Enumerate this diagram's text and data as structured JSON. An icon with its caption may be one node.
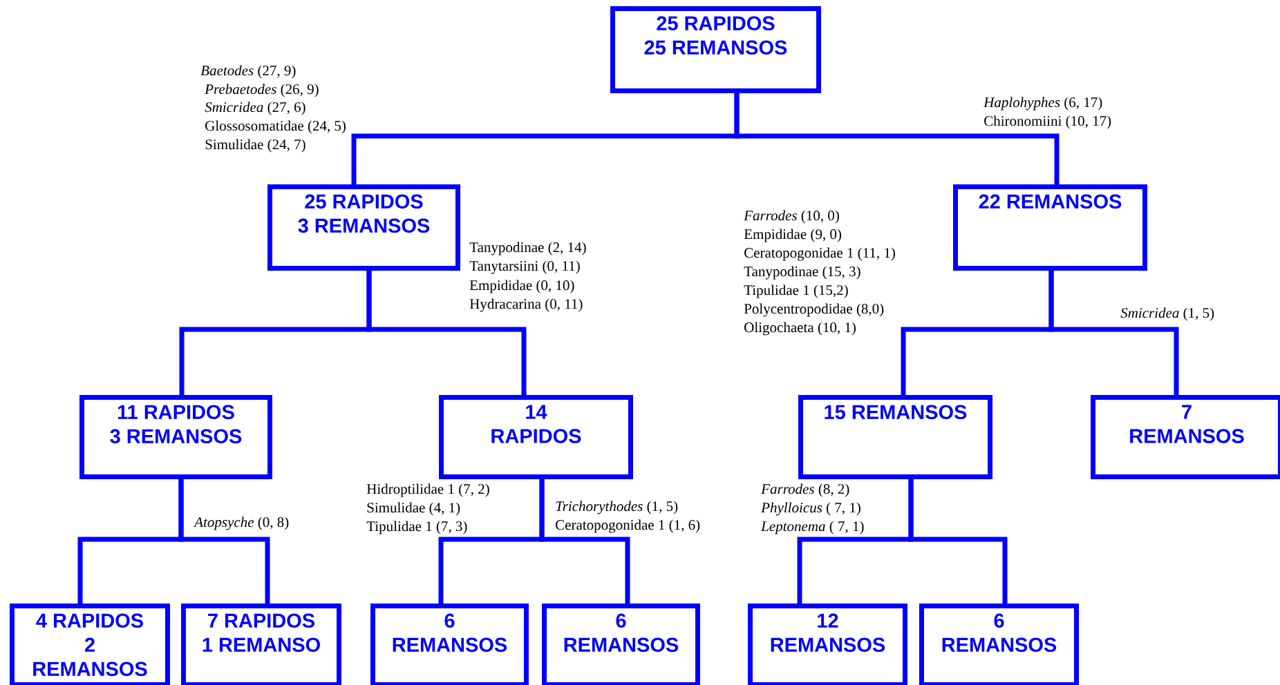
{
  "diagram": {
    "nodes": [
      {
        "text": [
          "25 RAPIDOS 25 REMANSOS"
        ]
      },
      {
        "text": [
          "25 RAPIDOS 3 REMANSOS"
        ]
      },
      {
        "text": [
          "22 REMANSOS"
        ]
      },
      {
        "text": [
          "11 RAPIDOS 3 REMANSOS"
        ]
      },
      {
        "text": [
          "14 RAPIDOS"
        ]
      },
      {
        "text": [
          "15 REMANSOS"
        ]
      },
      {
        "text": [
          "7 REMANSOS"
        ]
      },
      {
        "text": [
          "4 RAPIDOS 2 REMANSOS"
        ]
      },
      {
        "text": [
          "7 RAPIDOS 1 REMANSO"
        ]
      },
      {
        "text": [
          "6 REMANSOS"
        ]
      },
      {
        "text": [
          "6 REMANSOS"
        ]
      },
      {
        "text": [
          "12 REMANSOS"
        ]
      },
      {
        "text": [
          "6 REMANSOS"
        ]
      }
    ],
    "edges": [
      {
        "from": 0,
        "to": 1,
        "arrow": "none"
      },
      {
        "from": 0,
        "to": 2,
        "arrow": "none"
      },
      {
        "from": 1,
        "to": 3,
        "arrow": "none"
      },
      {
        "from": 1,
        "to": 4,
        "arrow": "none"
      },
      {
        "from": 2,
        "to": 5,
        "arrow": "none"
      },
      {
        "from": 2,
        "to": 6,
        "arrow": "none"
      },
      {
        "from": 3,
        "to": 7,
        "arrow": "none"
      },
      {
        "from": 3,
        "to": 8,
        "arrow": "none"
      },
      {
        "from": 4,
        "to": 9,
        "arrow": "none"
      },
      {
        "from": 4,
        "to": 10,
        "arrow": "none"
      },
      {
        "from": 5,
        "to": 11,
        "arrow": "none"
      },
      {
        "from": 5,
        "to": 12,
        "arrow": "none"
      }
    ],
    "labels": [
      "*Baetodes* (27, 9)",
      "*Prebaetodes* (26, 9)",
      "*Smicridea* (27, 6)",
      "Glossosomatidae (24, 5)",
      "Simulidae (24, 7)",
      "*Haplohyphes* (6, 17)",
      "Chironomiini (10, 17)",
      "Tanypodinae (2, 14)",
      "Tanytarsiini (0, 11)",
      "Empididae (0, 10)",
      "Hydracarina (0, 11)",
      "*Farrodes* (10, 0)",
      "Empididae (9, 0)",
      "Ceratopogonidae 1 (11, 1)",
      "Tanypodinae (15, 3)",
      "Tipulidae 1 (15,2)",
      "Polycentropodidae (8,0)",
      "Oligochaeta (10, 1)",
      "*Smicridea* (1, 5)",
      "*Atopsyche* (0, 8)",
      "Hidroptilidae 1 (7, 2)",
      "Simulidae (4, 1)",
      "Tipulidae 1 (7, 3)",
      "*Trichorythodes* (1, 5)",
      "Ceratopogonidae 1 (1, 6)",
      "*Farrodes* (8, 2)",
      "*Phylloicus* ( 7, 1)",
      "*Leptonema* ( 7, 1)"
    ]
  }
}
